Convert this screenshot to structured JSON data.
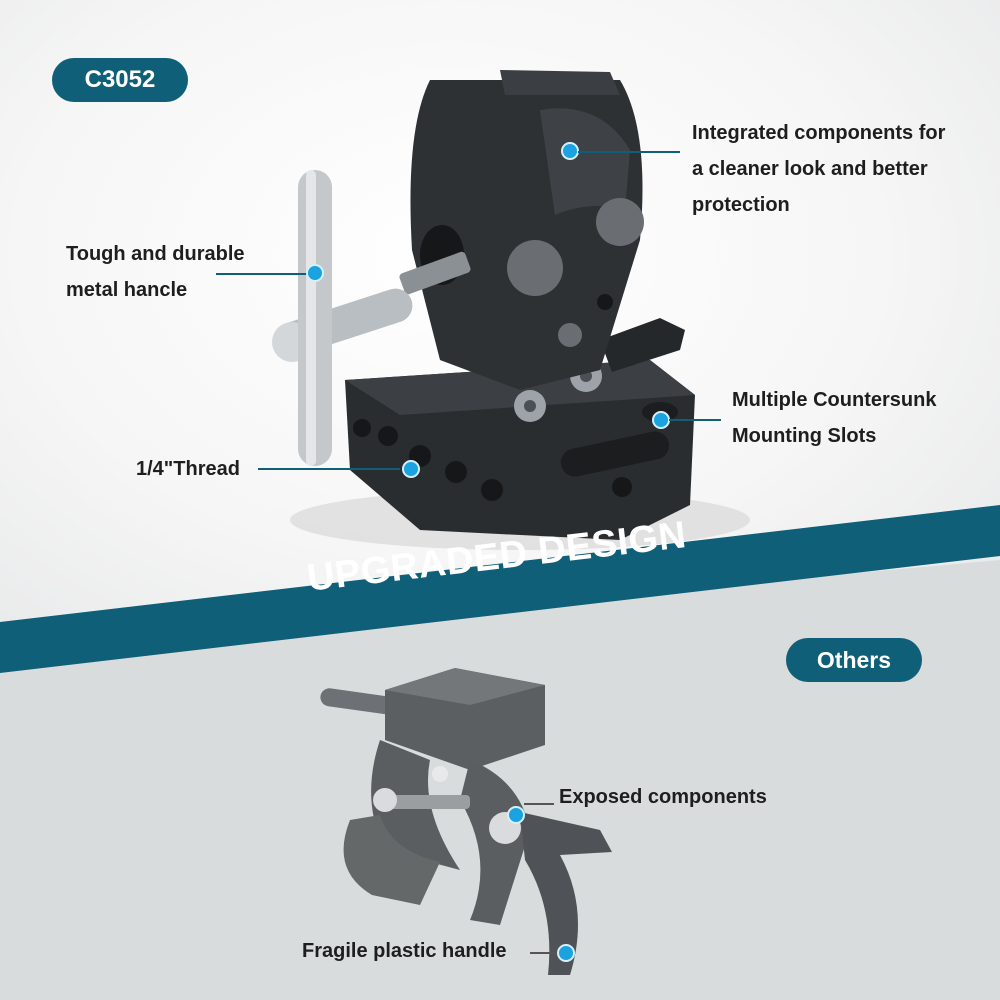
{
  "model_badge": "C3052",
  "band_title": "UPGRADED DESIGN",
  "others_badge": "Others",
  "callouts": {
    "integrated_line1": "Integrated components for",
    "integrated_line2": "a cleaner look and better",
    "integrated_line3": "protection",
    "handle_line1": "Tough and durable",
    "handle_line2": "metal hancle",
    "countersunk_line1": "Multiple Countersunk",
    "countersunk_line2": "Mounting Slots",
    "thread": "1/4\"Thread",
    "exposed": "Exposed components",
    "fragile": "Fragile plastic handle"
  },
  "colors": {
    "brand": "#0f5f78",
    "dot": "#1aa3e0",
    "product_dark": "#2b2e31",
    "product_gray": "#5f6366"
  }
}
